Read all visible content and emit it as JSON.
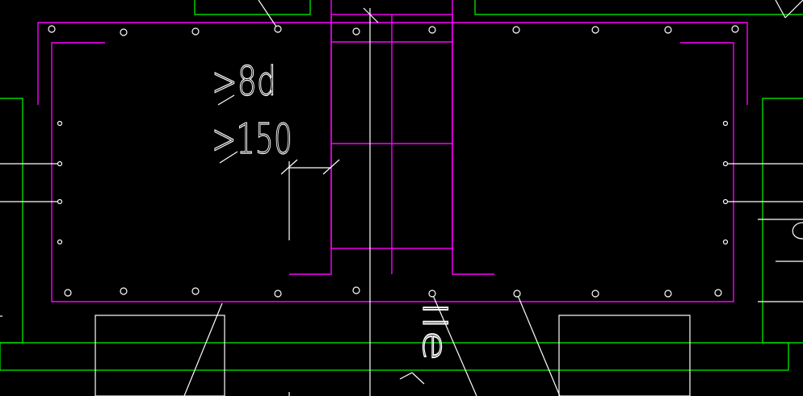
{
  "drawing": {
    "background_color": "#000000",
    "colors": {
      "magenta": "#ff00ff",
      "green": "#00ff00",
      "white": "#ffffff"
    },
    "labels": {
      "anchor_min_diameter": ">8d",
      "anchor_min_length": ">150",
      "lap_length": "lle"
    }
  }
}
